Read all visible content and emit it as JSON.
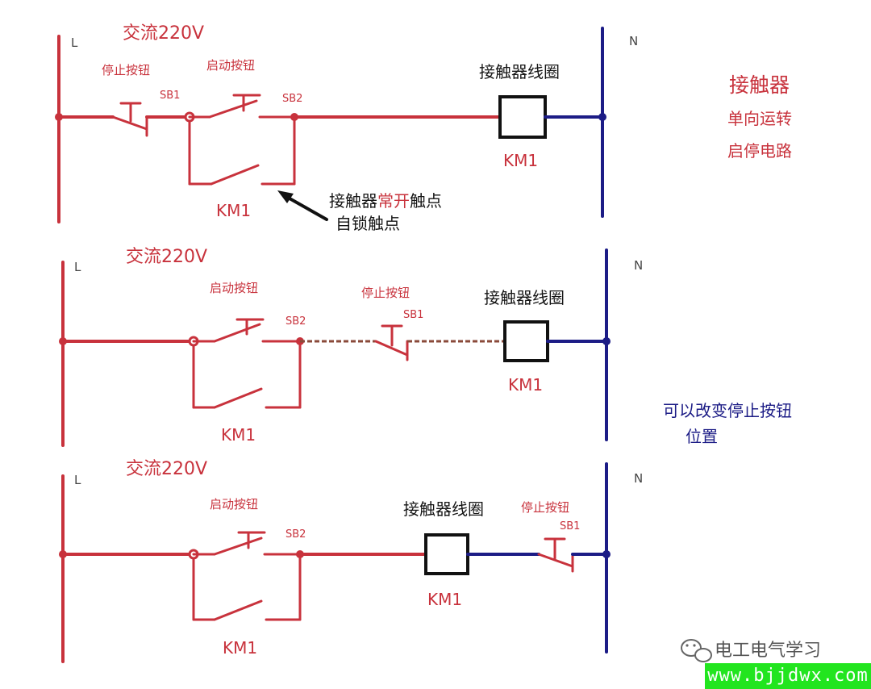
{
  "right_note": {
    "line1": "接触器",
    "line2": "单向运转",
    "line3": "启停电路"
  },
  "annotations": {
    "self_lock_line1_a": "接触器",
    "self_lock_line1_b": "常开",
    "self_lock_line1_c": "触点",
    "self_lock_line2": "自锁触点",
    "move_stop_line1": "可以改变停止按钮",
    "move_stop_line2": "位置"
  },
  "circuits": [
    {
      "power_label": "交流220V",
      "l_label": "L",
      "n_label": "N",
      "stop_label": "停止按钮",
      "sb1": "SB1",
      "start_label": "启动按钮",
      "sb2": "SB2",
      "coil_label": "接触器线圈",
      "coil_name": "KM1",
      "contact_name": "KM1"
    },
    {
      "power_label": "交流220V",
      "l_label": "L",
      "n_label": "N",
      "stop_label": "停止按钮",
      "sb1": "SB1",
      "start_label": "启动按钮",
      "sb2": "SB2",
      "coil_label": "接触器线圈",
      "coil_name": "KM1",
      "contact_name": "KM1"
    },
    {
      "power_label": "交流220V",
      "l_label": "L",
      "n_label": "N",
      "stop_label": "停止按钮",
      "sb1": "SB1",
      "start_label": "启动按钮",
      "sb2": "SB2",
      "coil_label": "接触器线圈",
      "coil_name": "KM1",
      "contact_name": "KM1"
    }
  ],
  "watermark": {
    "wechat_name": "电工电气学习",
    "url": "www.bjjdwx.com"
  },
  "colors": {
    "live_wire": "#c8323c",
    "neutral_wire": "#1c1c86",
    "footer_bg": "#22e51f"
  }
}
